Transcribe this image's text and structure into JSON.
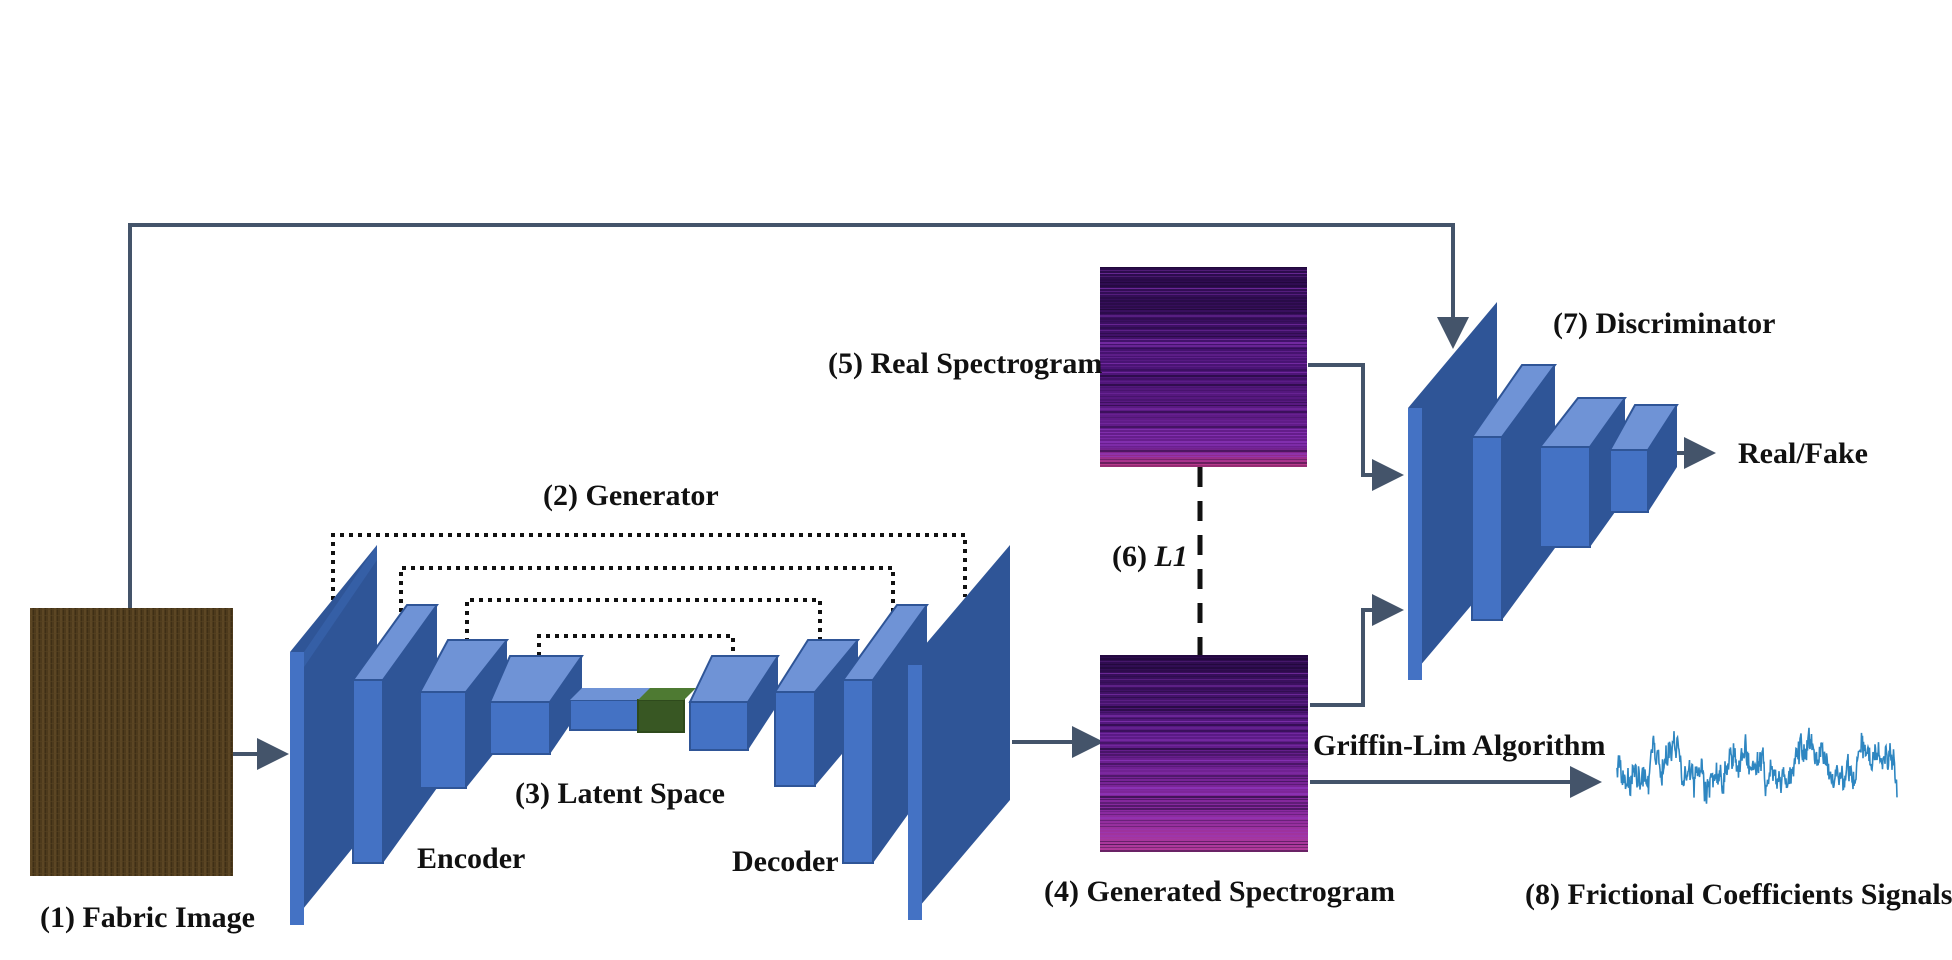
{
  "labels": {
    "fabric_image": "(1) Fabric Image",
    "generator": "(2) Generator",
    "latent_space": "(3) Latent Space",
    "generated_spectrogram": "(4) Generated Spectrogram",
    "real_spectrogram": "(5) Real Spectrogram",
    "l1_prefix": "(6) ",
    "l1_term": "L1",
    "discriminator": "(7) Discriminator",
    "frictional_signals": "(8) Frictional Coefficients Signals",
    "encoder": "Encoder",
    "decoder": "Decoder",
    "griffin_lim": "Griffin-Lim  Algorithm",
    "real_fake": "Real/Fake"
  },
  "colors": {
    "block_front": "#4472c4",
    "block_top": "#6f93d6",
    "block_side": "#2f5597",
    "latent_core": "#385723",
    "arrow": "#44546a",
    "fabric": "#4d3a1c",
    "spectrogram": "#3b1060",
    "signal": "#2e86c1"
  },
  "icons": {
    "fabric_image": "fabric-texture-image",
    "spectrogram": "spectrogram-image",
    "signal": "waveform-plot"
  }
}
